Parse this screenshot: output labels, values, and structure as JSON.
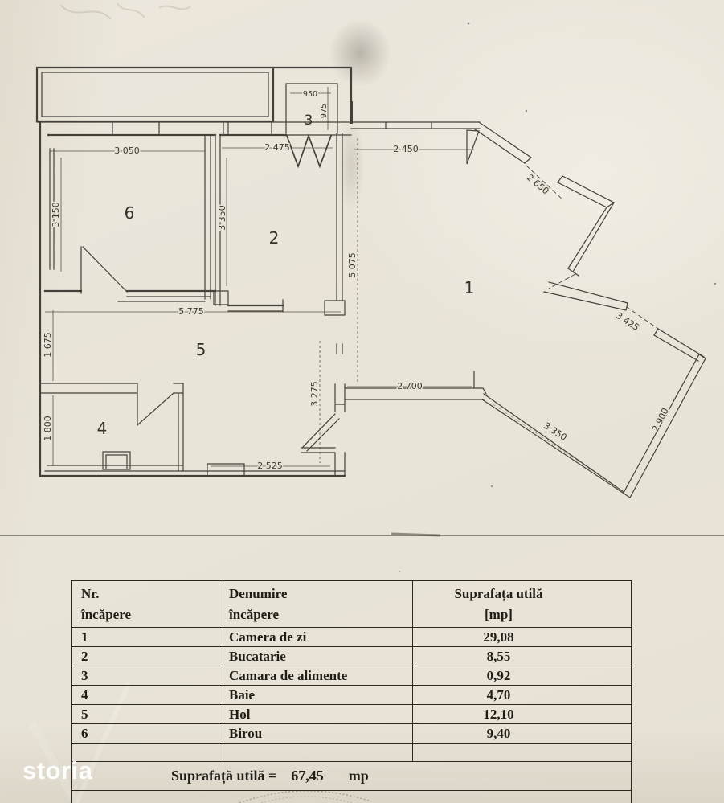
{
  "plan": {
    "room_labels": {
      "r1": "1",
      "r2": "2",
      "r3": "3",
      "r4": "4",
      "r5": "5",
      "r6": "6"
    },
    "dimensions": {
      "room6_width": "3 050",
      "room6_height": "3 150",
      "room2_width": "2 475",
      "room2_height": "3 350",
      "room3_width": "950",
      "room3_height": "975",
      "room1_top": "2 450",
      "room1_left": "5 075",
      "bay_upper": "2 650",
      "bay_mid": "3 425",
      "bay_right": "2 900",
      "bay_lower": "3 350",
      "hall_bottom": "2 700",
      "corridor_height": "3 275",
      "hall_width": "5 775",
      "hall_height": "1 675",
      "room4_height": "1 800",
      "corridor_width": "2 525"
    }
  },
  "table": {
    "headers": {
      "col1": [
        "Nr.",
        "încăpere"
      ],
      "col2": [
        "Denumire",
        "încăpere"
      ],
      "col3": [
        "Suprafața utilă",
        "[mp]"
      ]
    },
    "rows": [
      {
        "nr": "1",
        "name": "Camera de zi",
        "area": "29,08"
      },
      {
        "nr": "2",
        "name": "Bucatarie",
        "area": "8,55"
      },
      {
        "nr": "3",
        "name": "Camara de alimente",
        "area": "0,92"
      },
      {
        "nr": "4",
        "name": "Baie",
        "area": "4,70"
      },
      {
        "nr": "5",
        "name": "Hol",
        "area": "12,10"
      },
      {
        "nr": "6",
        "name": "Birou",
        "area": "9,40"
      }
    ],
    "total": {
      "label": "Suprafață utilă =",
      "value": "67,45",
      "unit": "mp"
    }
  },
  "watermark": {
    "brand": "storia"
  }
}
